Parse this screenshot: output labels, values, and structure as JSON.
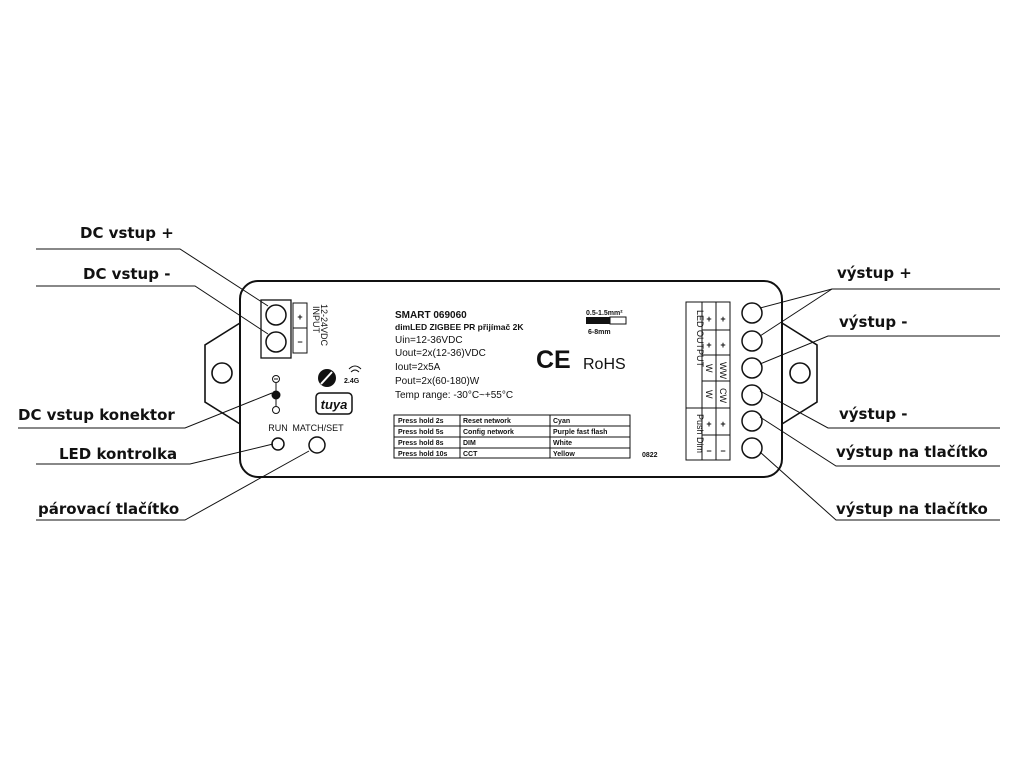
{
  "labels": {
    "left": {
      "dc_plus": "DC vstup +",
      "dc_minus": "DC vstup -",
      "dc_connector": "DC vstup konektor",
      "led_indicator": "LED kontrolka",
      "pairing_button": "párovací tlačítko"
    },
    "right": {
      "out_plus": "výstup +",
      "out_minus_1": "výstup -",
      "out_minus_2": "výstup -",
      "out_button_1": "výstup na tlačítko",
      "out_button_2": "výstup na tlačítko"
    }
  },
  "device": {
    "input_plus": "+",
    "input_minus": "−",
    "input_label": "INPUT",
    "input_voltage": "12-24VDC",
    "run_label": "RUN",
    "match_label": "MATCH/SET",
    "brand": "tuya",
    "wifi_band": "2.4G",
    "model": "SMART 069060",
    "desc": "dimLED ZIGBEE PR přijímač 2K",
    "uin": "Uin=12-36VDC",
    "uout": "Uout=2x(12-36)VDC",
    "iout": "Iout=2x5A",
    "pout": "Pout=2x(60-180)W",
    "temp": "Temp range: -30°C~+55°C",
    "wire_size": "0.5-1.5mm²",
    "strip_len": "6-8mm",
    "ce": "CE",
    "rohs": "RoHS",
    "date_code": "0822",
    "output_title": "LED OUTPUT",
    "push_title": "Push Dim",
    "col_w1": "W",
    "col_ww": "WW",
    "col_w2": "W",
    "col_cw": "CW",
    "term_plus": "+",
    "term_minus": "−",
    "table": [
      [
        "Press hold 2s",
        "Reset network",
        "Cyan"
      ],
      [
        "Press hold 5s",
        "Config network",
        "Purple fast flash"
      ],
      [
        "Press hold 8s",
        "DIM",
        "White"
      ],
      [
        "Press hold 10s",
        "CCT",
        "Yellow"
      ]
    ]
  }
}
